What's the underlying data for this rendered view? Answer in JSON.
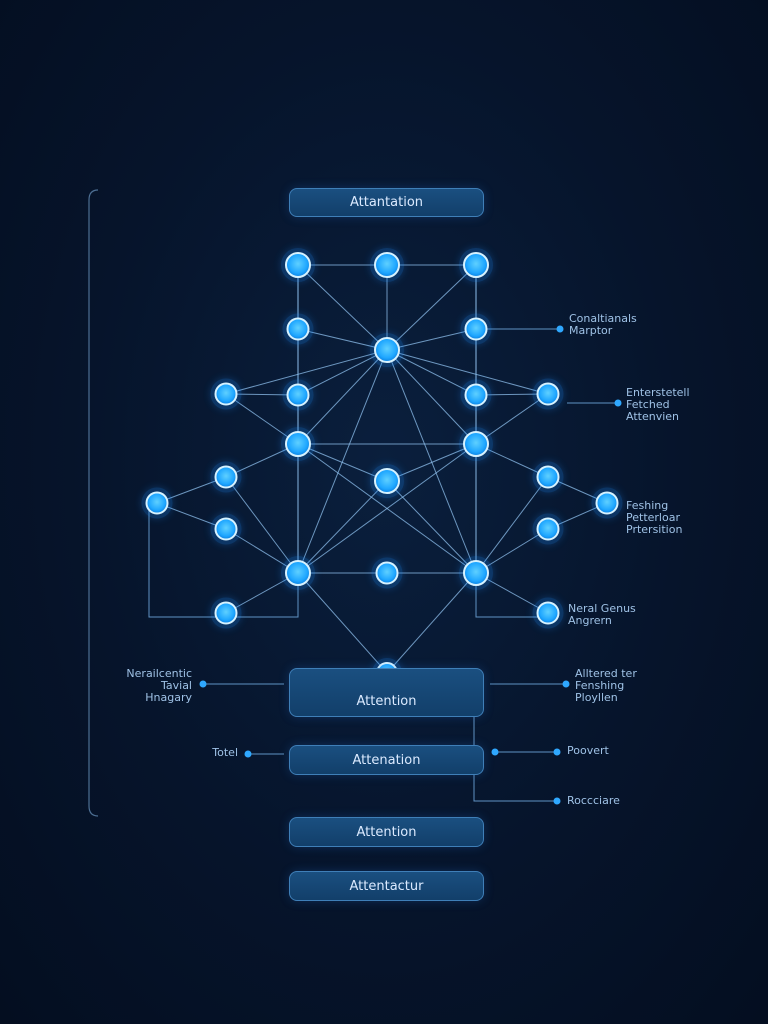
{
  "theme": {
    "background": "#06142b",
    "accent": "#2fb4ff",
    "line": "#7fb6e8",
    "box_fill": "#164a78",
    "box_border": "#3f7fb8"
  },
  "boxes": [
    {
      "id": "top",
      "label": "Attantation"
    },
    {
      "id": "attention-main",
      "label": "Attention"
    },
    {
      "id": "attenation",
      "label": "Attenation"
    },
    {
      "id": "attention-lower",
      "label": "Attention"
    },
    {
      "id": "attentactur",
      "label": "Attentactur"
    }
  ],
  "annotations": [
    {
      "id": "ann-1",
      "text": "Conaltianals\nMarptor"
    },
    {
      "id": "ann-2",
      "text": "Enterstetell\nFetched\nAttenvien"
    },
    {
      "id": "ann-3",
      "text": "Feshing\nPetterloar\nPrtersition"
    },
    {
      "id": "ann-4",
      "text": "Neral Genus\nAngrern"
    },
    {
      "id": "ann-5",
      "text": "Nerailcentic\nTavial\nHnagary"
    },
    {
      "id": "ann-6",
      "text": "Alltered ter\nFenshing\nPloyllen"
    },
    {
      "id": "ann-7",
      "text": "Totel"
    },
    {
      "id": "ann-8",
      "text": "Poovert"
    },
    {
      "id": "ann-9",
      "text": "Roccciare"
    }
  ]
}
